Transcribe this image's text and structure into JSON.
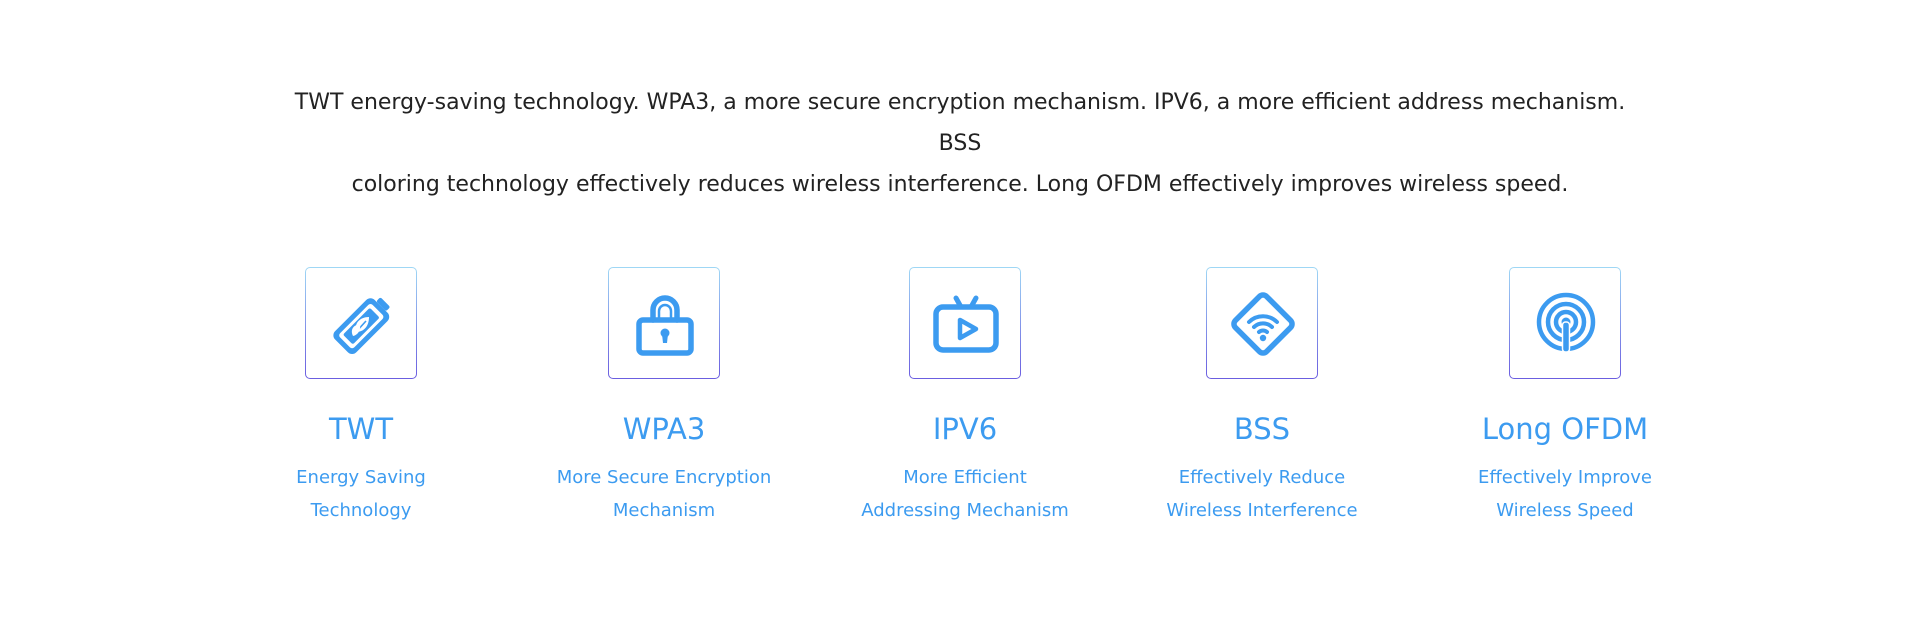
{
  "intro": {
    "line1": "TWT energy-saving technology. WPA3, a more secure encryption mechanism. IPV6, a more efficient address mechanism. BSS",
    "line2": "coloring technology effectively reduces wireless interference. Long OFDM effectively improves wireless speed."
  },
  "colors": {
    "accent": "#3c9bf0",
    "text": "#222222",
    "border_top": "#9fd8f5",
    "border_bottom": "#6b5ee0"
  },
  "features": [
    {
      "icon": "battery-leaf-icon",
      "title": "TWT",
      "desc_line1": "Energy Saving",
      "desc_line2": "Technology"
    },
    {
      "icon": "padlock-icon",
      "title": "WPA3",
      "desc_line1": "More Secure Encryption",
      "desc_line2": "Mechanism"
    },
    {
      "icon": "tv-play-icon",
      "title": "IPV6",
      "desc_line1": "More Efficient",
      "desc_line2": "Addressing Mechanism"
    },
    {
      "icon": "wifi-diamond-icon",
      "title": "BSS",
      "desc_line1": "Effectively Reduce",
      "desc_line2": "Wireless Interference"
    },
    {
      "icon": "antenna-signal-icon",
      "title": "Long OFDM",
      "desc_line1": "Effectively Improve",
      "desc_line2": "Wireless Speed"
    }
  ]
}
